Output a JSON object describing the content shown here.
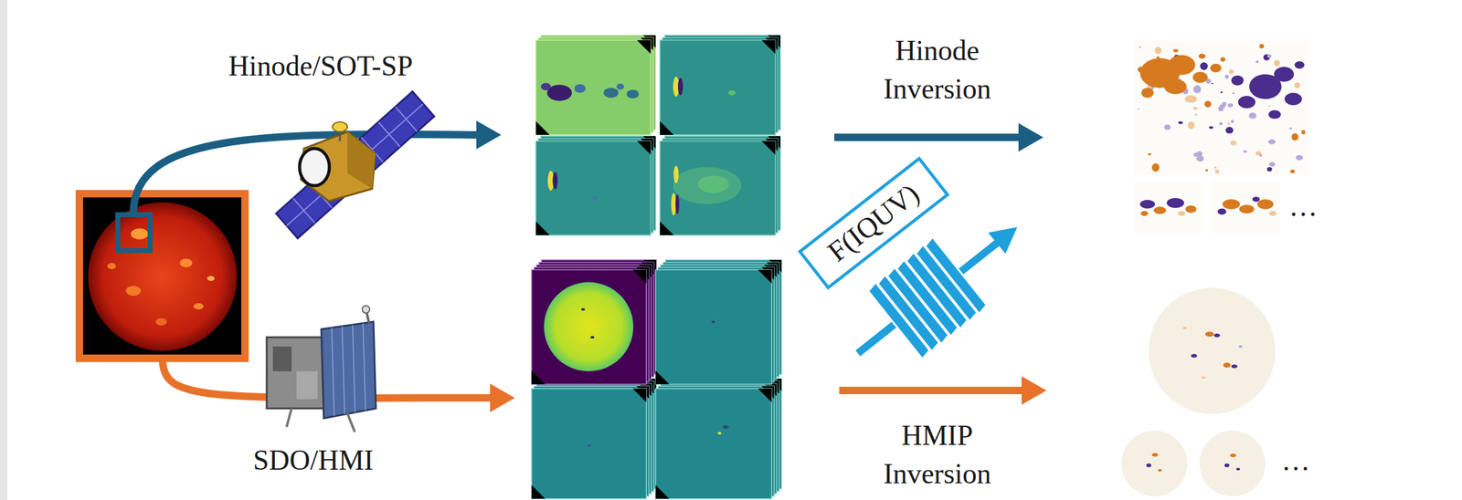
{
  "diagram": {
    "nodes": [
      {
        "text": [
          "F(IQUV)"
        ]
      }
    ],
    "labels": [
      "Hinode/SOT-SP",
      "Hinode Inversion",
      "…",
      "SDO/HMI",
      "HMIP Inversion",
      "…"
    ]
  }
}
